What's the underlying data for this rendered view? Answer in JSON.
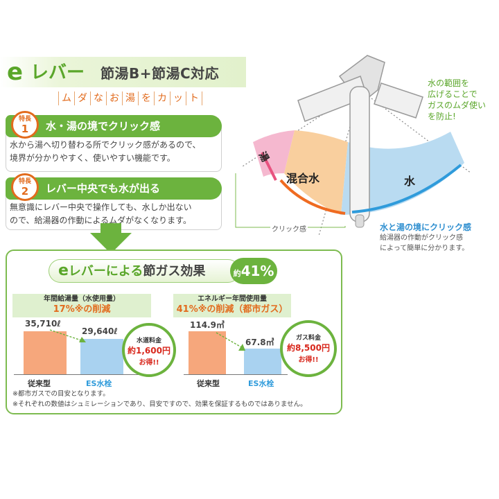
{
  "title": {
    "e": "e",
    "lever": "レバー",
    "support": "節湯B+節湯C対応"
  },
  "tagline": [
    "ム",
    "ダ",
    "な",
    "お",
    "湯",
    "を",
    "カ",
    "ッ",
    "ト"
  ],
  "features": [
    {
      "badge_top": "特長",
      "badge_num": "1",
      "title": "水・湯の境でクリック感",
      "desc_line1": "水から湯へ切り替わる所でクリック感があるので、",
      "desc_line2": "境界が分かりやすく、使いやすい機能です。"
    },
    {
      "badge_top": "特長",
      "badge_num": "2",
      "title": "レバー中央でも水が出る",
      "desc_line1": "無意識にレバー中央で操作しても、水しか出ない",
      "desc_line2": "ので、給湯器の作動によるムダがなくなります。"
    }
  ],
  "diagram": {
    "hot_label": "湯",
    "mixed_label": "混合水",
    "water_label": "水",
    "click_label": "クリック感",
    "side_note": [
      "水の範囲を",
      "広げることで",
      "ガスのムダ使い",
      "を防止!"
    ],
    "border_title": "水と湯の境にクリック感",
    "border_sub1": "給湯器の作動がクリック感",
    "border_sub2": "によって簡単に分かります。",
    "colors": {
      "hot": "#f5b8cf",
      "mixed": "#f9cf9e",
      "water": "#b9dbf1",
      "hot_arrow": "#e8527f",
      "mixed_arrow": "#ef6b21",
      "water_arrow": "#2f9bdb"
    }
  },
  "effect": {
    "e": "e",
    "title_mid": "レバーによる",
    "title_strong": "節ガス効果",
    "percent_prefix": "約",
    "percent": "41%"
  },
  "chart_data": [
    {
      "type": "bar",
      "title": "年間給湯量（水使用量）",
      "subtitle": "17%※の削減",
      "categories": [
        "従来型",
        "ES水栓"
      ],
      "values": [
        35710,
        29640
      ],
      "value_labels": [
        "35,710ℓ",
        "29,640ℓ"
      ],
      "colors": [
        "#f6a77c",
        "#a9d2f0"
      ],
      "callout": {
        "line1": "水道料金",
        "line2": "約1,600円",
        "line3": "お得!!"
      }
    },
    {
      "type": "bar",
      "title": "エネルギー年間使用量",
      "subtitle": "41%※の削減（都市ガス）",
      "categories": [
        "従来型",
        "ES水栓"
      ],
      "values": [
        114.9,
        67.8
      ],
      "value_labels": [
        "114.9㎥",
        "67.8㎥"
      ],
      "colors": [
        "#f6a77c",
        "#a9d2f0"
      ],
      "callout": {
        "line1": "ガス料金",
        "line2": "約8,500円",
        "line3": "お得!!"
      }
    }
  ],
  "footnotes": [
    "※都市ガスでの目安となります。",
    "※それぞれの数値はシュミレーションであり、目安ですので、効果を保証するものではありません。"
  ]
}
